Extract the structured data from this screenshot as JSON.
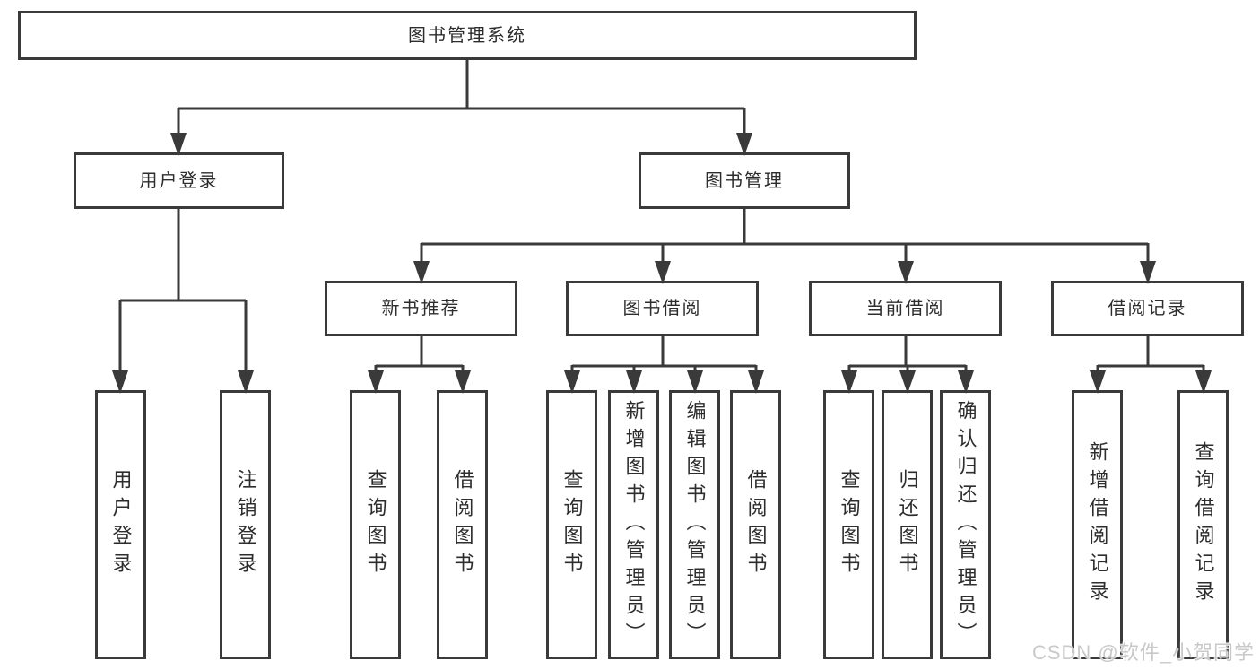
{
  "diagram": {
    "root": {
      "label": "图书管理系统"
    },
    "level2": [
      {
        "label": "用户登录"
      },
      {
        "label": "图书管理"
      }
    ],
    "level3": [
      {
        "label": "新书推荐"
      },
      {
        "label": "图书借阅"
      },
      {
        "label": "当前借阅"
      },
      {
        "label": "借阅记录"
      }
    ],
    "leaves": {
      "user_login": [
        {
          "label": "用户登录"
        },
        {
          "label": "注销登录"
        }
      ],
      "new_book": [
        {
          "label": "查询图书"
        },
        {
          "label": "借阅图书"
        }
      ],
      "book_borrow": [
        {
          "label": "查询图书"
        },
        {
          "label": "新增图书（管理员）"
        },
        {
          "label": "编辑图书（管理员）"
        },
        {
          "label": "借阅图书"
        }
      ],
      "current_borrow": [
        {
          "label": "查询图书"
        },
        {
          "label": "归还图书"
        },
        {
          "label": "确认归还（管理员）"
        }
      ],
      "borrow_records": [
        {
          "label": "新增借阅记录"
        },
        {
          "label": "查询借阅记录"
        }
      ]
    },
    "watermark": "CSDN @软件_小贺同学",
    "colors": {
      "line": "#3a3a3a",
      "box_border": "#3a3a3a",
      "text": "#2d2d2d",
      "watermark": "#c9c9c9",
      "background": "#ffffff"
    }
  }
}
